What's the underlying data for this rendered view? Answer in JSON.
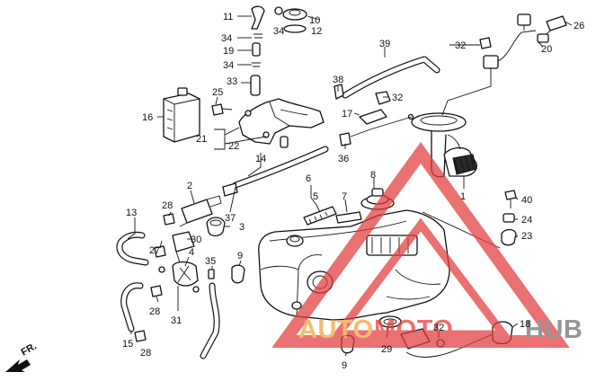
{
  "diagram": {
    "callouts": [
      {
        "id": "c1",
        "text": "1"
      },
      {
        "id": "c2",
        "text": "2"
      },
      {
        "id": "c3",
        "text": "3"
      },
      {
        "id": "c4",
        "text": "4"
      },
      {
        "id": "c5",
        "text": "5"
      },
      {
        "id": "c6",
        "text": "6"
      },
      {
        "id": "c7",
        "text": "7"
      },
      {
        "id": "c8",
        "text": "8"
      },
      {
        "id": "c9a",
        "text": "9"
      },
      {
        "id": "c9b",
        "text": "9"
      },
      {
        "id": "c10",
        "text": "10"
      },
      {
        "id": "c11",
        "text": "11"
      },
      {
        "id": "c12",
        "text": "12"
      },
      {
        "id": "c13",
        "text": "13"
      },
      {
        "id": "c14",
        "text": "14"
      },
      {
        "id": "c15",
        "text": "15"
      },
      {
        "id": "c16",
        "text": "16"
      },
      {
        "id": "c17",
        "text": "17"
      },
      {
        "id": "c18",
        "text": "18"
      },
      {
        "id": "c19",
        "text": "19"
      },
      {
        "id": "c20",
        "text": "20"
      },
      {
        "id": "c21",
        "text": "21"
      },
      {
        "id": "c22",
        "text": "22"
      },
      {
        "id": "c23",
        "text": "23"
      },
      {
        "id": "c24",
        "text": "24"
      },
      {
        "id": "c25",
        "text": "25"
      },
      {
        "id": "c26",
        "text": "26"
      },
      {
        "id": "c27",
        "text": "27"
      },
      {
        "id": "c28a",
        "text": "28"
      },
      {
        "id": "c28b",
        "text": "28"
      },
      {
        "id": "c28c",
        "text": "28"
      },
      {
        "id": "c29",
        "text": "29"
      },
      {
        "id": "c30",
        "text": "30"
      },
      {
        "id": "c31",
        "text": "31"
      },
      {
        "id": "c32a",
        "text": "32"
      },
      {
        "id": "c32b",
        "text": "32"
      },
      {
        "id": "c32c",
        "text": "32"
      },
      {
        "id": "c33",
        "text": "33"
      },
      {
        "id": "c34a",
        "text": "34"
      },
      {
        "id": "c34b",
        "text": "34"
      },
      {
        "id": "c34c",
        "text": "34"
      },
      {
        "id": "c35",
        "text": "35"
      },
      {
        "id": "c36",
        "text": "36"
      },
      {
        "id": "c37",
        "text": "37"
      },
      {
        "id": "c38",
        "text": "38"
      },
      {
        "id": "c39",
        "text": "39"
      },
      {
        "id": "c40",
        "text": "40"
      }
    ],
    "front_arrow_label": "FR.",
    "watermark": {
      "brand_a": "AUTO",
      "brand_b": "MOTO",
      "brand_c": "HUB"
    },
    "colors": {
      "line": "#111111",
      "watermark_red": "#e23b3b",
      "watermark_orange": "#f2a33a",
      "watermark_gray": "#6e6e6e"
    }
  }
}
